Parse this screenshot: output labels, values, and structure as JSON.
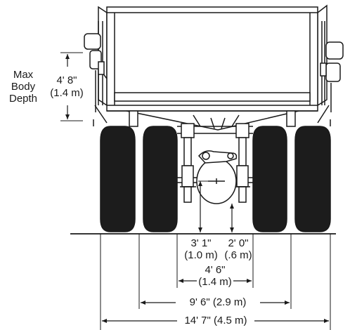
{
  "dimensions": {
    "max_body_depth": {
      "label_line1": "Max",
      "label_line2": "Body",
      "label_line3": "Depth",
      "imperial": "4' 8\"",
      "metric": "(1.4 m)"
    },
    "ground_clearance_axle": {
      "imperial": "3' 1\"",
      "metric": "(1.0 m)"
    },
    "ground_clearance_center": {
      "imperial": "2' 0\"",
      "metric": "(.6 m)"
    },
    "inner_tire_spacing": {
      "imperial": "4' 6\"",
      "metric": "(1.4 m)"
    },
    "dual_center_width": {
      "text": "9' 6\" (2.9 m)"
    },
    "overall_width": {
      "text": "14' 7\" (4.5 m)"
    }
  },
  "colors": {
    "line": "#1a1a1a",
    "tire": "#1c1c1c",
    "body": "#ffffff"
  }
}
